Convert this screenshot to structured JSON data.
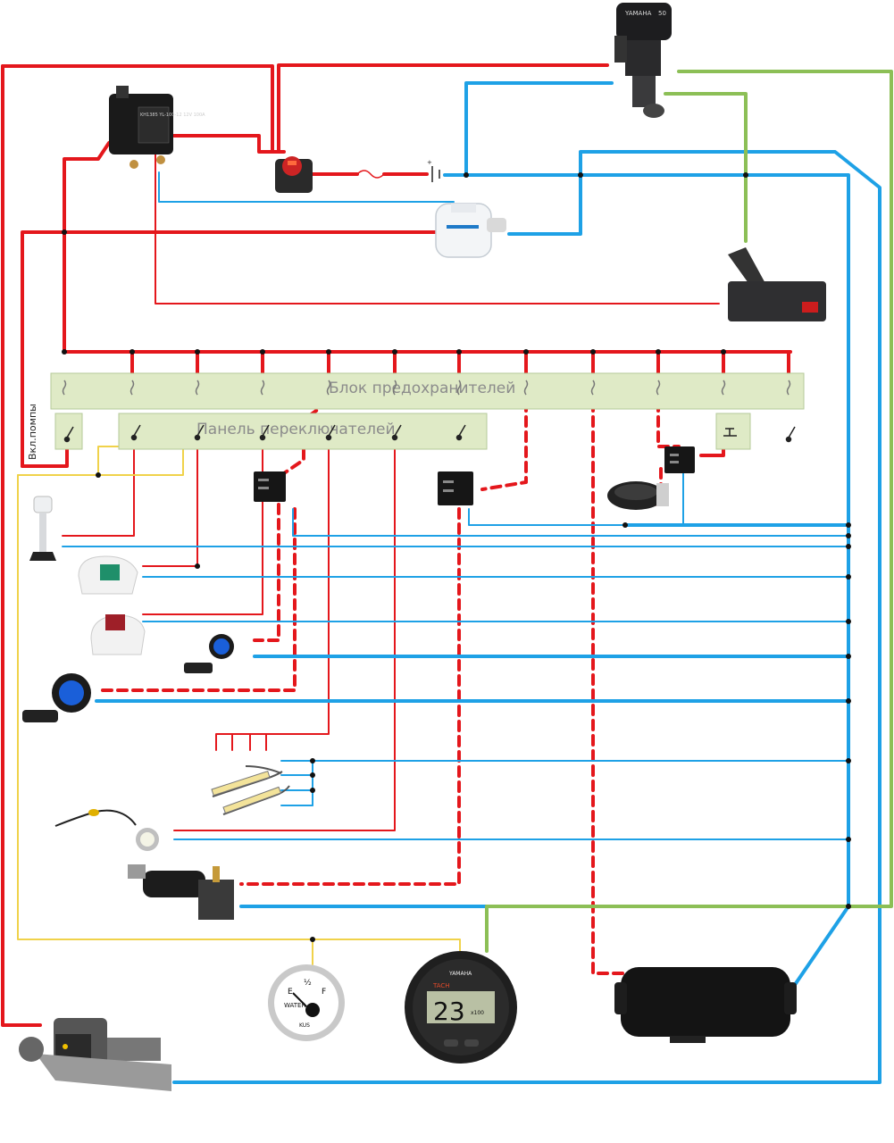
{
  "diagram": {
    "fuse_block_label": "Блок предохранителей",
    "switch_panel_label": "Панель переключателей",
    "pump_switch_label": "Вкл.помпы",
    "motor_brand": "YAMAHA",
    "motor_hp": "50",
    "relay_text": "KH1385 YL-100-12 12V 100A",
    "tach_brand": "YAMAHA",
    "tach_label": "TACH",
    "tach_value": "23",
    "tach_unit": "x100",
    "gauge_label": "WATER",
    "gauge_e": "E",
    "gauge_half": "½",
    "gauge_f": "F",
    "gauge_brand": "KUS"
  },
  "colors": {
    "positive": "#e4171c",
    "negative": "#1ea1e6",
    "signal": "#8cbf56",
    "sensor": "#f0d24a"
  }
}
